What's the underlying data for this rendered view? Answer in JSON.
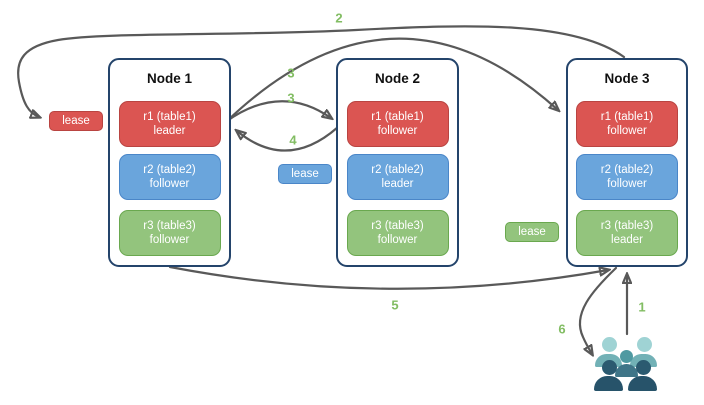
{
  "diagram": {
    "description": "Three-node replicated tables diagram with leader/follower replicas, lease badges and numbered request flow arrows",
    "nodes": [
      {
        "title": "Node 1",
        "replicas": [
          {
            "name": "r1 (table1)",
            "role": "leader",
            "color": "red"
          },
          {
            "name": "r2 (table2)",
            "role": "follower",
            "color": "blue"
          },
          {
            "name": "r3 (table3)",
            "role": "follower",
            "color": "green"
          }
        ]
      },
      {
        "title": "Node 2",
        "replicas": [
          {
            "name": "r1 (table1)",
            "role": "follower",
            "color": "red"
          },
          {
            "name": "r2 (table2)",
            "role": "leader",
            "color": "blue"
          },
          {
            "name": "r3 (table3)",
            "role": "follower",
            "color": "green"
          }
        ]
      },
      {
        "title": "Node 3",
        "replicas": [
          {
            "name": "r1 (table1)",
            "role": "follower",
            "color": "red"
          },
          {
            "name": "r2 (table2)",
            "role": "follower",
            "color": "blue"
          },
          {
            "name": "r3 (table3)",
            "role": "leader",
            "color": "green"
          }
        ]
      }
    ],
    "leases": [
      {
        "label": "lease",
        "color": "red",
        "for_table": "table1"
      },
      {
        "label": "lease",
        "color": "blue",
        "for_table": "table2"
      },
      {
        "label": "lease",
        "color": "green",
        "for_table": "table3"
      }
    ],
    "arrow_labels": {
      "step1": "1",
      "step2": "2",
      "step3a": "3",
      "step3b": "3",
      "step4": "4",
      "step5": "5",
      "step6": "6"
    },
    "icons": {
      "users_group": "users-icon"
    },
    "colors": {
      "red_fill": "#db5552",
      "red_border": "#b94441",
      "blue_fill": "#6aa5dc",
      "blue_border": "#4a86c8",
      "green_fill": "#93c47d",
      "green_border": "#6aa84f",
      "node_border": "#24446b",
      "arrow": "#595959",
      "step_label_green": "#82bd63",
      "users_light_teal": "#9fd3d4",
      "users_medium_teal": "#4f99a1",
      "users_slate": "#3f7588",
      "users_dark_navy": "#2b5a70"
    }
  }
}
